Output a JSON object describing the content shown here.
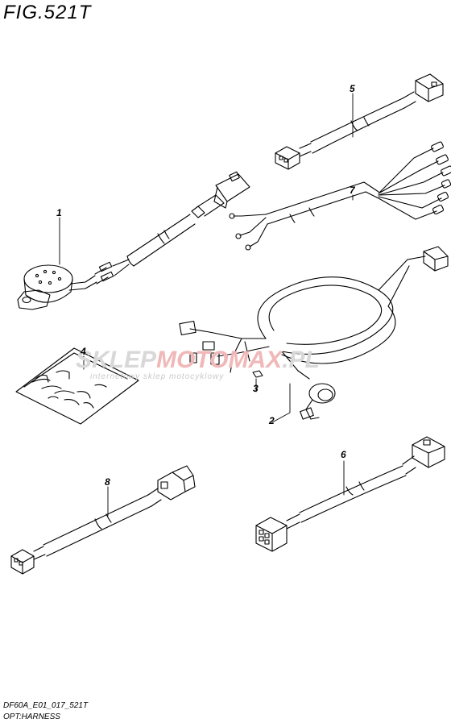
{
  "figure": {
    "title": "FIG.521T",
    "code": "DF60A_E01_017_521T",
    "name": "OPT:HARNESS"
  },
  "watermark": {
    "brand_left": "SKLEP",
    "brand_accent": "MOTO",
    "brand_right": "MAX",
    "domain": ".PL",
    "tagline": "internetowy sklep motocyklowy",
    "accent_color": "#e04040"
  },
  "parts": [
    {
      "ref": "1"
    },
    {
      "ref": "2"
    },
    {
      "ref": "3"
    },
    {
      "ref": "4"
    },
    {
      "ref": "5"
    },
    {
      "ref": "6"
    },
    {
      "ref": "7"
    },
    {
      "ref": "8"
    }
  ]
}
